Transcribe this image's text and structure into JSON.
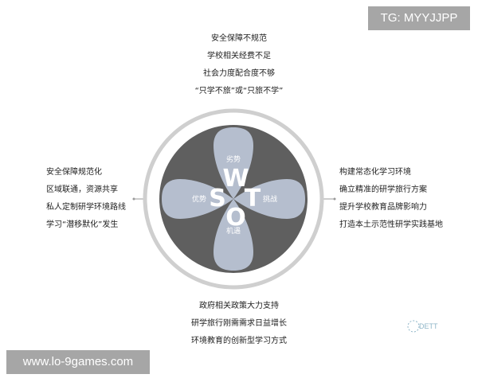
{
  "watermarks": {
    "top": "TG: MYYJJPP",
    "bottom": "www.lo-9games.com"
  },
  "quadrants": {
    "top_label": "劣势",
    "left_label": "优势",
    "right_label": "挑战",
    "bottom_label": "机遇"
  },
  "letters": {
    "w": "W",
    "s": "S",
    "t": "T",
    "o": "O"
  },
  "text_top": [
    "安全保障不规范",
    "学校相关经费不足",
    "社会力度配合度不够",
    "“只学不旅”或“只旅不学”"
  ],
  "text_left": [
    "安全保障规范化",
    "区域联通，资源共享",
    "私人定制研学环境路线",
    "学习“潜移默化”发生"
  ],
  "text_right": [
    "构建常态化学习环境",
    "确立精准的研学旅行方案",
    "提升学校教育品牌影响力",
    "打造本土示范性研学实践基地"
  ],
  "text_bottom": [
    "政府相关政策大力支持",
    "研学旅行刚需需求日益增长",
    "环境教育的创新型学习方式"
  ],
  "logo": {
    "text": "DETT"
  },
  "colors": {
    "outer_ring": "#cfcfcf",
    "inner_disc": "#5f5f5f",
    "petal": "#b9c3d4",
    "connector": "#9a9a9a"
  }
}
